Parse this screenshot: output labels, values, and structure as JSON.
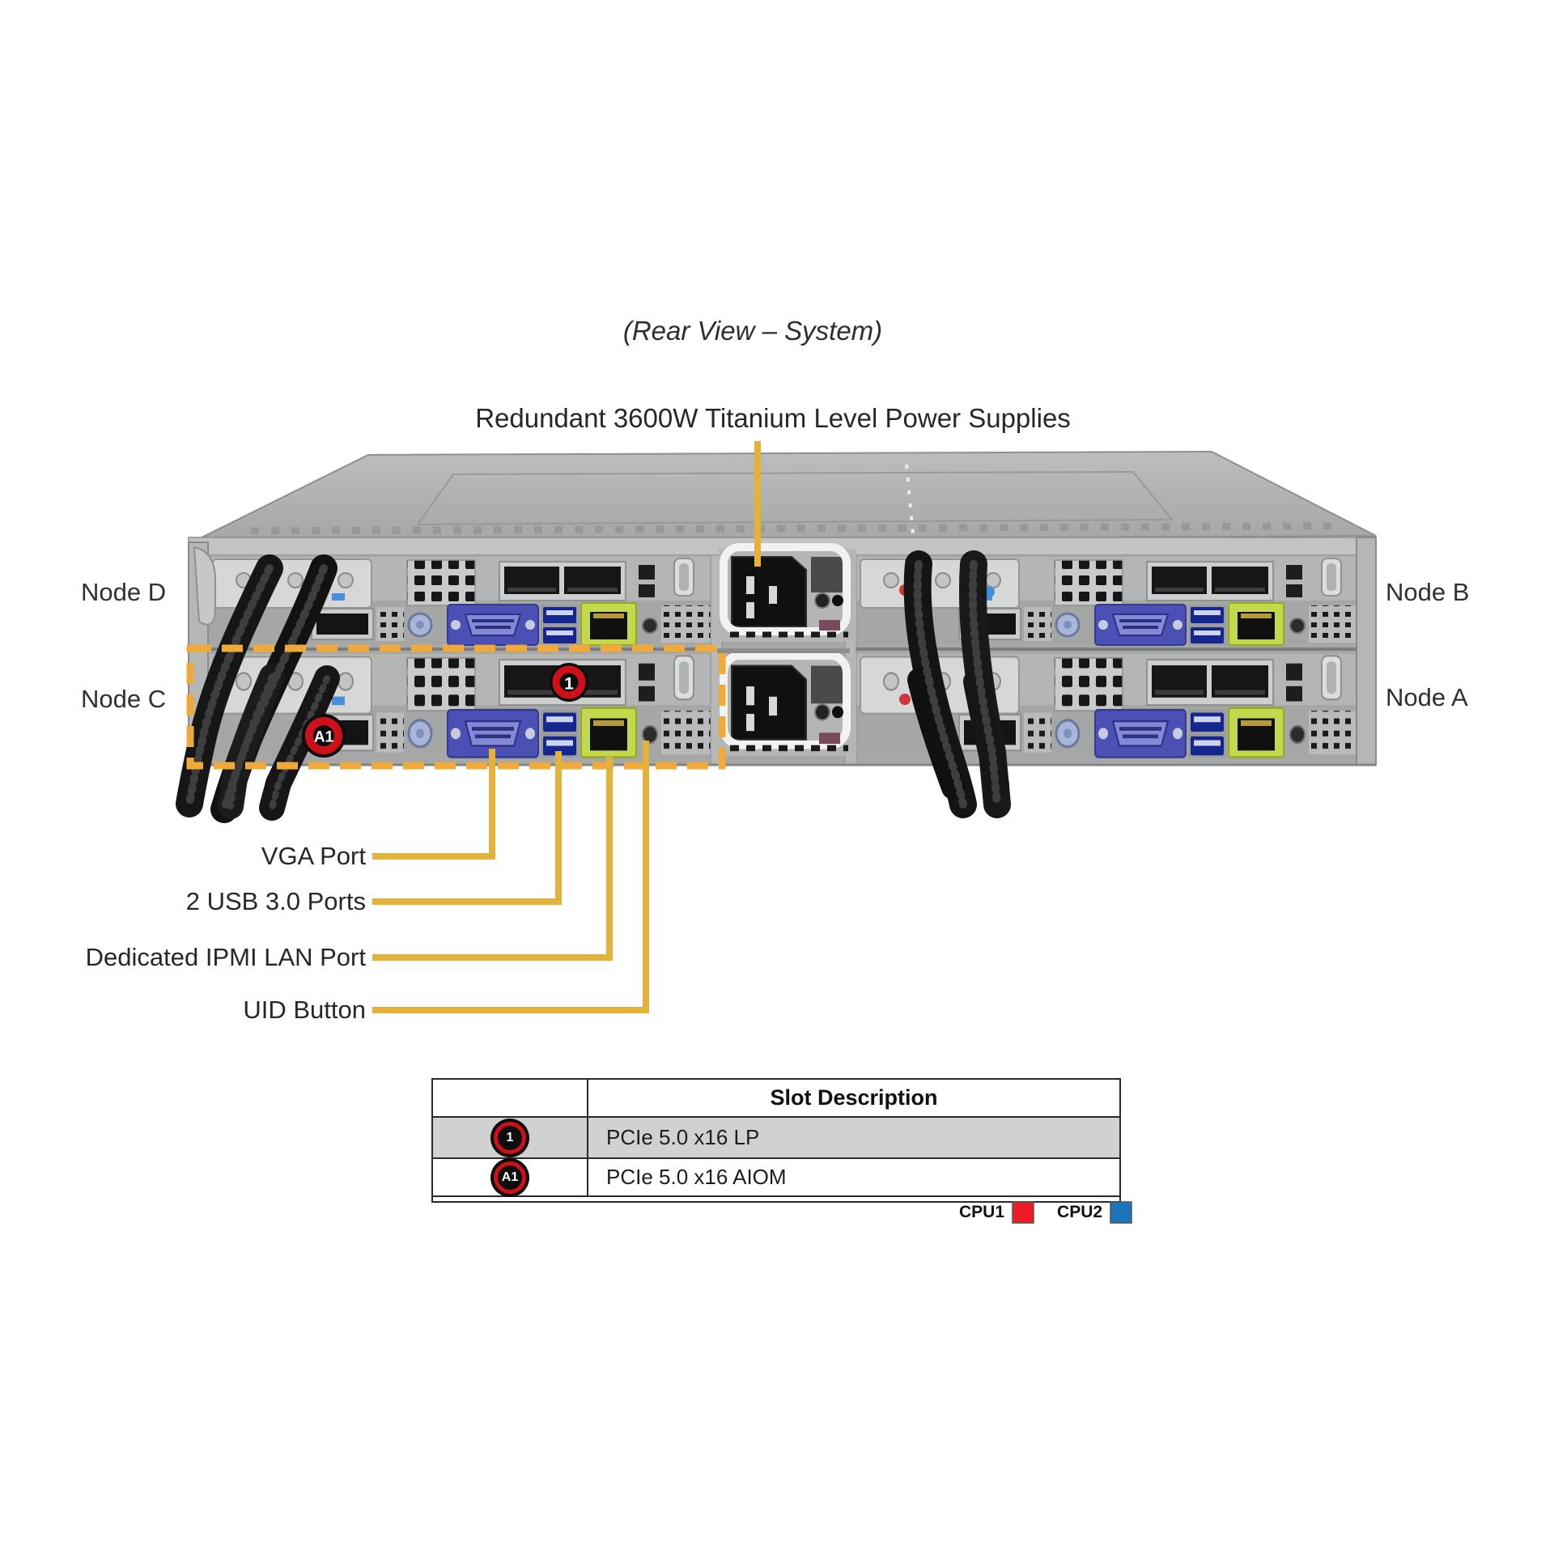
{
  "title": "(Rear View – System)",
  "psu_callout": "Redundant 3600W Titanium Level Power Supplies",
  "node_labels": {
    "top_left": "Node D",
    "bottom_left": "Node C",
    "top_right": "Node B",
    "bottom_right": "Node A"
  },
  "port_callouts": [
    {
      "label": "VGA Port"
    },
    {
      "label": "2 USB 3.0 Ports"
    },
    {
      "label": "Dedicated IPMI LAN Port"
    },
    {
      "label": "UID Button"
    }
  ],
  "badges": {
    "slot1": "1",
    "aiom": "A1"
  },
  "slot_table": {
    "header": "Slot Description",
    "rows": [
      {
        "badge": "1",
        "description": "PCIe 5.0 x16 LP"
      },
      {
        "badge": "A1",
        "description": "PCIe 5.0 x16 AIOM"
      }
    ]
  },
  "legend": [
    {
      "label": "CPU1",
      "color": "#ED1C24"
    },
    {
      "label": "CPU2",
      "color": "#1B75BC"
    }
  ],
  "colors": {
    "callout_yellow": "#E2B23A",
    "highlight_dash": "#F0A93B",
    "badge_red": "#CF1019",
    "lan_green": "#C3D84A",
    "vga_blue": "#4A50B4",
    "usb_blue": "#15278F",
    "chassis_gray": "#ABADAC",
    "table_row_gray": "#D1D1D1"
  }
}
